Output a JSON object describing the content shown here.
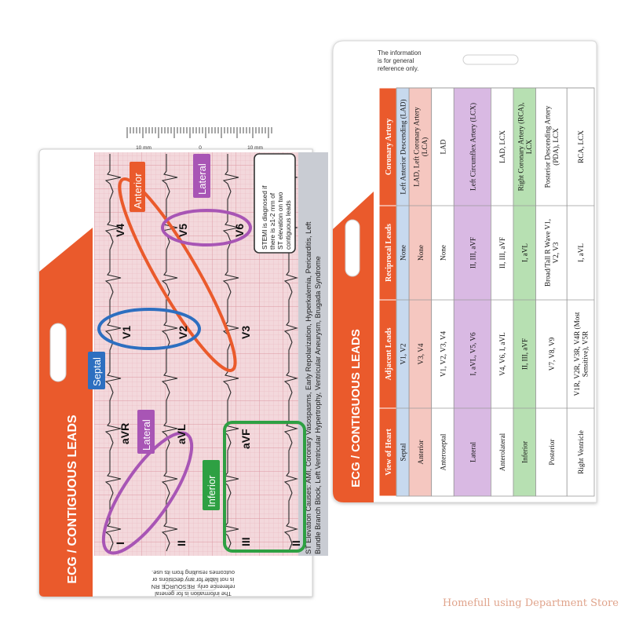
{
  "colors": {
    "orange": "#ea5a2c",
    "purple": "#a855b5",
    "blue": "#2d6fc0",
    "green": "#2ea043",
    "grid_bg": "#f3d8dc",
    "sidebar": "#c9ccd3"
  },
  "front_card": {
    "side_title": "ECG / CONTIGUOUS LEADS",
    "ruler": {
      "left": "10 mm",
      "zero": "0",
      "right": "10 mm"
    },
    "labels": {
      "anterior": "Anterior",
      "lateral_top": "Lateral",
      "septal": "Septal",
      "lateral_bottom": "Lateral",
      "inferior": "Inferior"
    },
    "leads": {
      "v4": "V4",
      "v5": "V5",
      "v6": "V6",
      "v1": "V1",
      "v2": "V2",
      "v3": "V3",
      "avr": "aVR",
      "avl": "aVL",
      "avf": "aVF",
      "i": "I",
      "ii_a": "II",
      "iii": "III",
      "ii_b": "II"
    },
    "stemi_note": [
      "STEMI is diagnosed if",
      "there is ≥1-2 mm of",
      "ST elevation on two",
      "contiguous leads"
    ],
    "st_causes": [
      "ST Elevation Causes: AMI, Coronary Vasospasms, Early Repolarization, Hyperkalemia, Pericarditis, Left",
      "Bundle Branch Block, Left Ventricular Hypertrophy, Ventricular Aneurysm, Brugada Syndrome"
    ],
    "disclaimer": [
      "The information is for general",
      "reference only. RESOURCE RN",
      "is not liable for any decisions or",
      "outcomes resulting from its use."
    ]
  },
  "back_card": {
    "side_title": "ECG / CONTIGUOUS LEADS",
    "disclaimer": [
      "The information",
      "is for general",
      "reference only."
    ],
    "headers": [
      "View of Heart",
      "Adjacent Leads",
      "Reciprocal Leads",
      "Coronary Artery"
    ],
    "rows": [
      {
        "view": "Septal",
        "adjacent": "V1, V2",
        "reciprocal": "None",
        "artery": "Left Anterior Descending (LAD)"
      },
      {
        "view": "Anterior",
        "adjacent": "V3, V4",
        "reciprocal": "None",
        "artery": "LAD, Left Coronary Artery (LCA)"
      },
      {
        "view": "Anteroseptal",
        "adjacent": "V1, V2, V3, V4",
        "reciprocal": "None",
        "artery": "LAD"
      },
      {
        "view": "Lateral",
        "adjacent": "I, aVL, V5, V6",
        "reciprocal": "II, III, aVF",
        "artery": "Left Circumflex Artery (LCX)"
      },
      {
        "view": "Anterolateral",
        "adjacent": "V4, V6, I, aVL",
        "reciprocal": "II, III, aVF",
        "artery": "LAD, LCX"
      },
      {
        "view": "Inferior",
        "adjacent": "II, III, aVF",
        "reciprocal": "I, aVL",
        "artery": "Right Coronary Artery (RCA), LCX"
      },
      {
        "view": "Posterior",
        "adjacent": "V7, V8, V9",
        "reciprocal": "Broad/Tall R Wave V1, V2, V3",
        "artery": "Posterior Descending Artery (PDA), LCX"
      },
      {
        "view": "Right Ventricle",
        "adjacent": "V1R, V2R, V3R, V4R (Most Sensitive), V5R",
        "reciprocal": "I, aVL",
        "artery": "RCA, LCX"
      }
    ]
  },
  "watermark": "Homefull using Department Store"
}
